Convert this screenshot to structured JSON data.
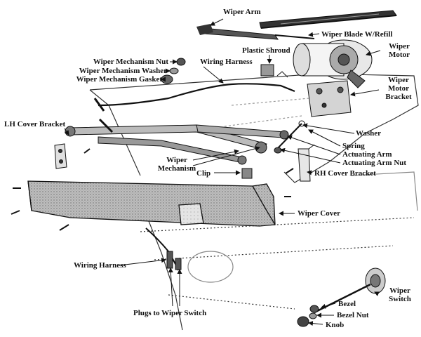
{
  "labels": {
    "wiper_arm": "Wiper Arm",
    "wiper_blade": "Wiper Blade W/Refill",
    "wiper_motor_l1": "Wiper",
    "wiper_motor_l2": "Motor",
    "plastic_shroud": "Plastic Shroud",
    "wiper_mech_nut": "Wiper Mechanism Nut",
    "wiper_mech_washer": "Wiper Mechanism Washer",
    "wiper_mech_gasket": "Wiper Mechanism Gasket",
    "wiring_harness_top": "Wiring Harness",
    "motor_bracket_l1": "Wiper",
    "motor_bracket_l2": "Motor",
    "motor_bracket_l3": "Bracket",
    "lh_cover_bracket": "LH Cover Bracket",
    "washer": "Washer",
    "spring": "Spring",
    "actuating_arm": "Actuating Arm",
    "actuating_arm_nut": "Actuating Arm Nut",
    "wiper_mechanism_l1": "Wiper",
    "wiper_mechanism_l2": "Mechanism",
    "clip": "Clip",
    "rh_cover_bracket": "RH Cover Bracket",
    "wiper_cover": "Wiper Cover",
    "wiring_harness_bottom": "Wiring Harness",
    "plugs_to_switch": "Plugs to Wiper Switch",
    "wiper_switch_l1": "Wiper",
    "wiper_switch_l2": "Switch",
    "bezel": "Bezel",
    "bezel_nut": "Bezel Nut",
    "knob": "Knob"
  }
}
